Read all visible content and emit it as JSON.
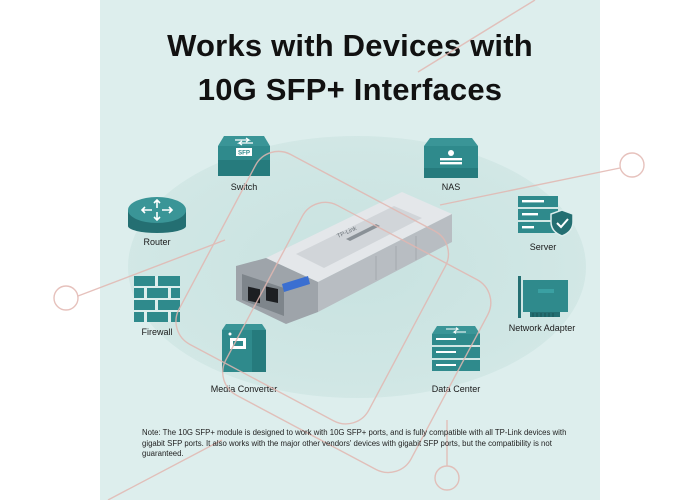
{
  "title": {
    "line1": "Works with Devices with",
    "line2": "10G SFP+ Interfaces"
  },
  "devices": {
    "switch": {
      "label": "Switch",
      "badge": "SFP",
      "icon": "switch-icon"
    },
    "nas": {
      "label": "NAS",
      "icon": "nas-icon"
    },
    "router": {
      "label": "Router",
      "icon": "router-icon"
    },
    "server": {
      "label": "Server",
      "icon": "server-shield-icon"
    },
    "firewall": {
      "label": "Firewall",
      "icon": "firewall-icon"
    },
    "network_adapter": {
      "label": "Network Adapter",
      "icon": "network-adapter-icon"
    },
    "media_converter": {
      "label": "Media Converter",
      "icon": "media-converter-icon"
    },
    "data_center": {
      "label": "Data Center",
      "icon": "data-center-icon"
    }
  },
  "module": {
    "label": "TP-Link",
    "icon": "sfp-module-icon"
  },
  "note": "Note: The 10G SFP+ module is designed to work with 10G SFP+ ports, and is fully compatible with all TP-Link devices with gigabit SFP ports. It also works with the major other vendors' devices with gigabit SFP ports, but the compatibility is not guaranteed.",
  "colors": {
    "background_panel": "#ddeeed",
    "ellipse": "#cde5e3",
    "icon_teal": "#2f8a8c",
    "icon_teal_dark": "#246f72",
    "icon_red": "#d9534f",
    "watermark": "#e2b7b1"
  }
}
